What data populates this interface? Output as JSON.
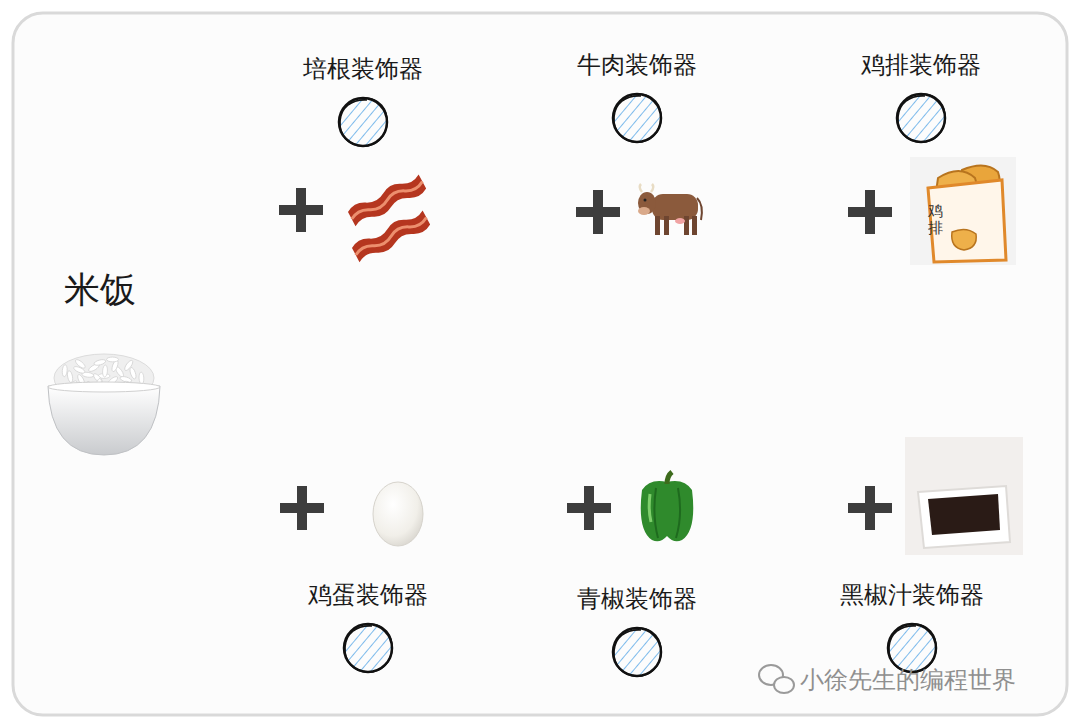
{
  "diagram": {
    "nodes": [
      {
        "text": [
          "培根装饰器"
        ]
      },
      {
        "text": [
          "牛肉装饰器"
        ]
      },
      {
        "text": [
          "鸡排装饰器"
        ]
      },
      {
        "text": [
          "鸡蛋装饰器"
        ]
      },
      {
        "text": [
          "青椒装饰器"
        ]
      },
      {
        "text": [
          "黑椒汁装饰器"
        ]
      }
    ],
    "labels": [
      "米饭",
      "鸡排",
      "小徐先生的编程世界"
    ]
  }
}
